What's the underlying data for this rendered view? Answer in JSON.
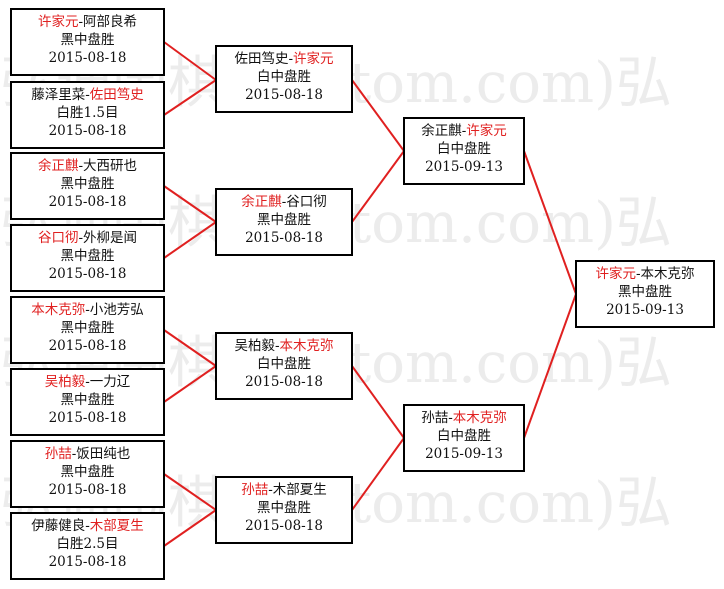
{
  "watermark": "弘通围棋(hoetom.com)弘",
  "colors": {
    "winner": "#e02020",
    "line": "#e02020",
    "border": "#000000"
  },
  "round1": [
    {
      "p1": "许家元",
      "p2": "阿部良希",
      "winner": 1,
      "result": "黑中盘胜",
      "date": "2015-08-18"
    },
    {
      "p1": "藤泽里菜",
      "p2": "佐田笃史",
      "winner": 2,
      "result": "白胜1.5目",
      "date": "2015-08-18"
    },
    {
      "p1": "余正麒",
      "p2": "大西研也",
      "winner": 1,
      "result": "黑中盘胜",
      "date": "2015-08-18"
    },
    {
      "p1": "谷口彻",
      "p2": "外柳是闻",
      "winner": 1,
      "result": "黑中盘胜",
      "date": "2015-08-18"
    },
    {
      "p1": "本木克弥",
      "p2": "小池芳弘",
      "winner": 1,
      "result": "黑中盘胜",
      "date": "2015-08-18"
    },
    {
      "p1": "吴柏毅",
      "p2": "一力辽",
      "winner": 1,
      "result": "黑中盘胜",
      "date": "2015-08-18"
    },
    {
      "p1": "孙喆",
      "p2": "饭田纯也",
      "winner": 1,
      "result": "黑中盘胜",
      "date": "2015-08-18"
    },
    {
      "p1": "伊藤健良",
      "p2": "木部夏生",
      "winner": 2,
      "result": "白胜2.5目",
      "date": "2015-08-18"
    }
  ],
  "round2": [
    {
      "p1": "佐田笃史",
      "p2": "许家元",
      "winner": 2,
      "result": "白中盘胜",
      "date": "2015-08-18"
    },
    {
      "p1": "余正麒",
      "p2": "谷口彻",
      "winner": 1,
      "result": "黑中盘胜",
      "date": "2015-08-18"
    },
    {
      "p1": "吴柏毅",
      "p2": "本木克弥",
      "winner": 2,
      "result": "白中盘胜",
      "date": "2015-08-18"
    },
    {
      "p1": "孙喆",
      "p2": "木部夏生",
      "winner": 1,
      "result": "黑中盘胜",
      "date": "2015-08-18"
    }
  ],
  "round3": [
    {
      "p1": "余正麒",
      "p2": "许家元",
      "winner": 2,
      "result": "白中盘胜",
      "date": "2015-09-13"
    },
    {
      "p1": "孙喆",
      "p2": "本木克弥",
      "winner": 2,
      "result": "白中盘胜",
      "date": "2015-09-13"
    }
  ],
  "final": [
    {
      "p1": "许家元",
      "p2": "本木克弥",
      "winner": 1,
      "result": "黑中盘胜",
      "date": "2015-09-13"
    }
  ]
}
